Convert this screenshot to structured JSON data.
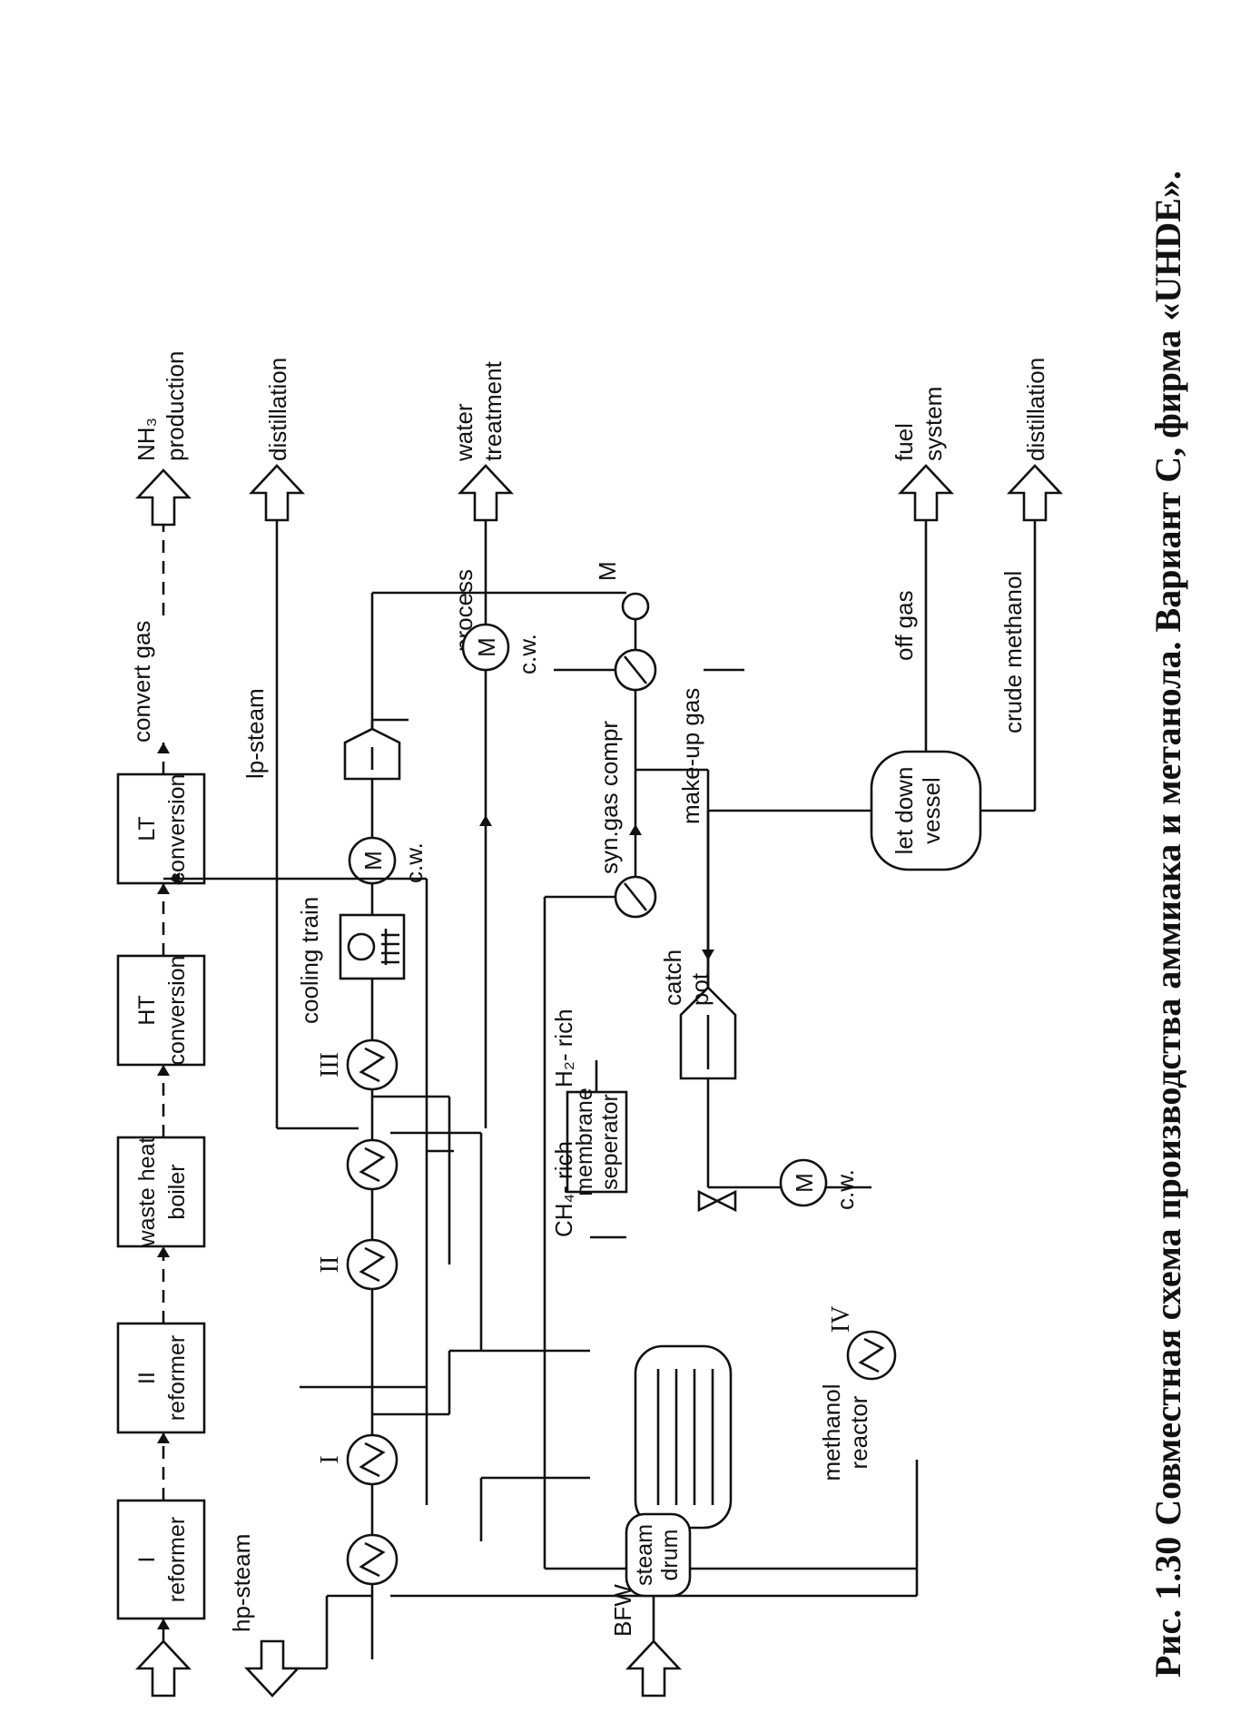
{
  "caption": {
    "number": "Рис. 1.30",
    "text": "Совместная схема производства аммиака и метанола. Вариант С, фирма «UHDE»."
  },
  "blocks": {
    "reformer1": [
      "I",
      "reformer"
    ],
    "reformer2": [
      "II",
      "reformer"
    ],
    "waste_heat_boiler": [
      "waste heat",
      "boiler"
    ],
    "ht_conversion": [
      "HT",
      "conversion"
    ],
    "lt_conversion": [
      "LT",
      "conversion"
    ],
    "membrane": [
      "membrane",
      "seperator"
    ],
    "steam_drum": [
      "steam",
      "drum"
    ]
  },
  "labels": {
    "convert_gas": "convert gas",
    "nh3_production": [
      "NH₃",
      "production"
    ],
    "distillation_top": "distillation",
    "water_treatment": [
      "water",
      "treatment"
    ],
    "lp_steam": "lp-steam",
    "process": "process",
    "hp_steam": "hp-steam",
    "bfw": "BFW",
    "cooling_train": "cooling train",
    "cw1": "c.w.",
    "cw2": "c.w.",
    "cw3": "c.w.",
    "syn_gas_compr": "syn.gas compr",
    "make_up_gas": "make-up gas",
    "motor": "M",
    "h2_rich": "H₂- rich",
    "ch4_rich": "CH₄- rich",
    "catch_pot": [
      "catch",
      "pot"
    ],
    "let_down_vessel": [
      "let down",
      "vessel"
    ],
    "crude_methanol": "crude methanol",
    "off_gas": "off gas",
    "fuel_system": [
      "fuel",
      "system"
    ],
    "distillation_bottom": "distillation",
    "methanol_reactor": [
      "methanol",
      "reactor"
    ]
  },
  "roman": {
    "ex1": "I",
    "ex2": "II",
    "ex3": "III",
    "ex4": "IV"
  }
}
